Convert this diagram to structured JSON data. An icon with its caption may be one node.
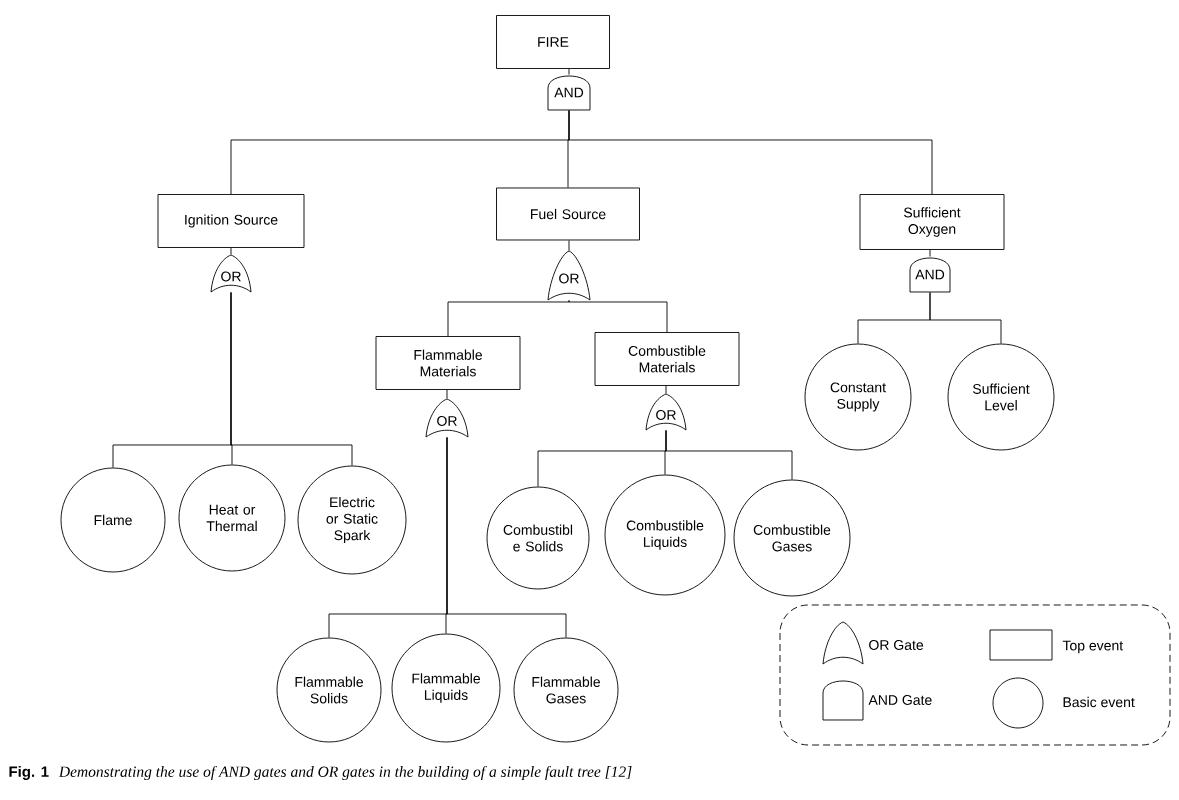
{
  "diagram": {
    "caption": "**Fig. 1** Demonstrating the use of AND gates and OR gates in the building of a simple fault tree [12]",
    "nodes": [
      {
        "text": [
          "FIRE"
        ]
      },
      {
        "text": [
          "AND"
        ]
      },
      {
        "text": [
          "Ignition Source"
        ]
      },
      {
        "text": [
          "Fuel Source"
        ]
      },
      {
        "text": [
          "Sufficient Oxygen"
        ]
      },
      {
        "text": [
          "OR"
        ]
      },
      {
        "text": [
          "OR"
        ]
      },
      {
        "text": [
          "AND"
        ]
      },
      {
        "text": [
          "Flammable Materials"
        ]
      },
      {
        "text": [
          "Combustible Materials"
        ]
      },
      {
        "text": [
          "Constant Supply"
        ]
      },
      {
        "text": [
          "Sufficient Level"
        ]
      },
      {
        "text": [
          "OR"
        ]
      },
      {
        "text": [
          "OR"
        ]
      },
      {
        "text": [
          "Flame"
        ]
      },
      {
        "text": [
          "Heat or Thermal"
        ]
      },
      {
        "text": [
          "Electric or Static Spark"
        ]
      },
      {
        "text": [
          "Combustibl e Solids"
        ]
      },
      {
        "text": [
          "Combustible Liquids"
        ]
      },
      {
        "text": [
          "Combustible Gases"
        ]
      },
      {
        "text": [
          "Flammable Solids"
        ]
      },
      {
        "text": [
          "Flammable Liquids"
        ]
      },
      {
        "text": [
          "Flammable Gases"
        ]
      }
    ],
    "edges": [
      {
        "from": 0,
        "to": 1,
        "arrow": "none"
      },
      {
        "from": 1,
        "to": 2,
        "arrow": "none"
      },
      {
        "from": 1,
        "to": 3,
        "arrow": "none"
      },
      {
        "from": 1,
        "to": 4,
        "arrow": "none"
      },
      {
        "from": 2,
        "to": 5,
        "arrow": "none"
      },
      {
        "from": 3,
        "to": 6,
        "arrow": "none"
      },
      {
        "from": 4,
        "to": 7,
        "arrow": "none"
      },
      {
        "from": 5,
        "to": 14,
        "arrow": "none"
      },
      {
        "from": 5,
        "to": 15,
        "arrow": "none"
      },
      {
        "from": 5,
        "to": 16,
        "arrow": "none"
      },
      {
        "from": 6,
        "to": 8,
        "arrow": "none"
      },
      {
        "from": 6,
        "to": 9,
        "arrow": "none"
      },
      {
        "from": 7,
        "to": 10,
        "arrow": "none"
      },
      {
        "from": 7,
        "to": 11,
        "arrow": "none"
      },
      {
        "from": 8,
        "to": 12,
        "arrow": "none"
      },
      {
        "from": 9,
        "to": 13,
        "arrow": "none"
      },
      {
        "from": 12,
        "to": 20,
        "arrow": "none"
      },
      {
        "from": 12,
        "to": 21,
        "arrow": "none"
      },
      {
        "from": 12,
        "to": 22,
        "arrow": "none"
      },
      {
        "from": 13,
        "to": 17,
        "arrow": "none"
      },
      {
        "from": 13,
        "to": 18,
        "arrow": "none"
      },
      {
        "from": 13,
        "to": 19,
        "arrow": "none"
      }
    ],
    "legend": [
      {
        "text": "OR Gate"
      },
      {
        "text": "AND Gate"
      },
      {
        "text": "Top event"
      },
      {
        "text": "Basic event"
      }
    ]
  }
}
